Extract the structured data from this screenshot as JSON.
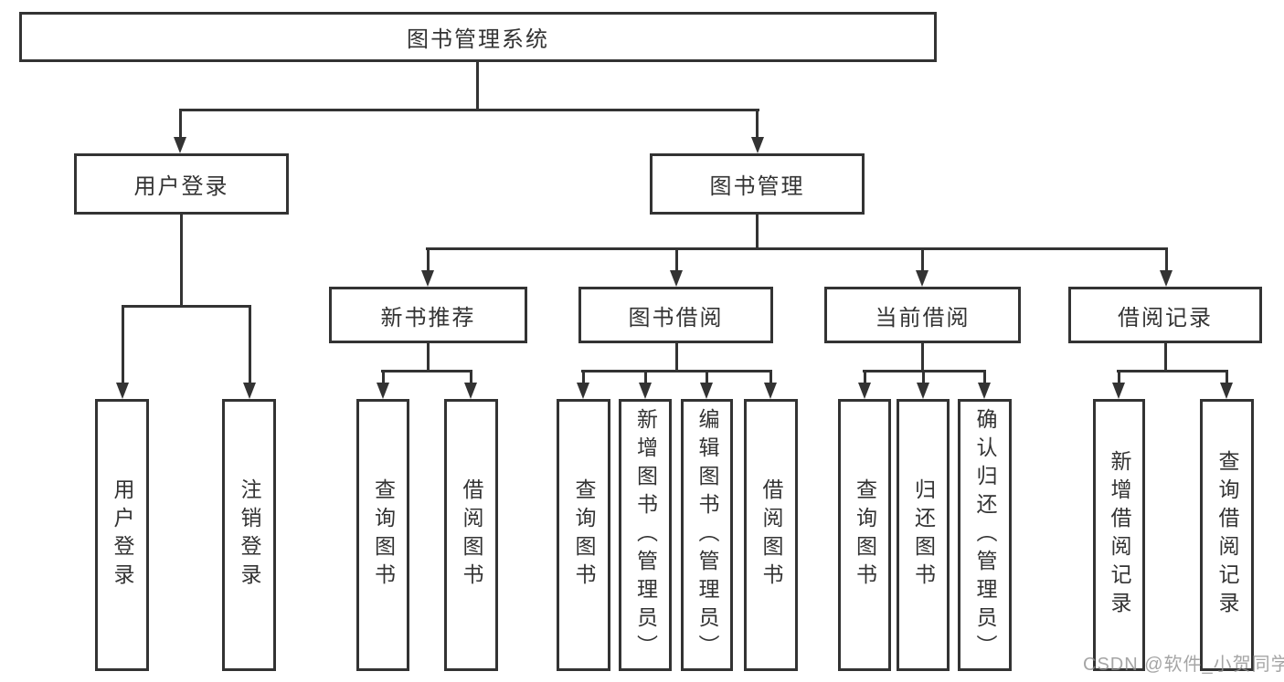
{
  "diagram": {
    "title": "图书管理系统",
    "colors": {
      "line": "#333333",
      "box_border": "#333333",
      "box_fill": "#ffffff",
      "text": "#333333",
      "watermark": "#8f8f8f"
    },
    "nodes": {
      "root": "图书管理系统",
      "l2": [
        "用户登录",
        "图书管理"
      ],
      "l3": [
        "新书推荐",
        "图书借阅",
        "当前借阅",
        "借阅记录"
      ],
      "leaves": [
        "用户登录",
        "注销登录",
        "查询图书",
        "借阅图书",
        "查询图书",
        "新增图书（管理员）",
        "编辑图书（管理员）",
        "借阅图书",
        "查询图书",
        "归还图书",
        "确认归还（管理员）",
        "新增借阅记录",
        "查询借阅记录"
      ]
    },
    "watermark": "CSDN @软件_小贺同学"
  }
}
